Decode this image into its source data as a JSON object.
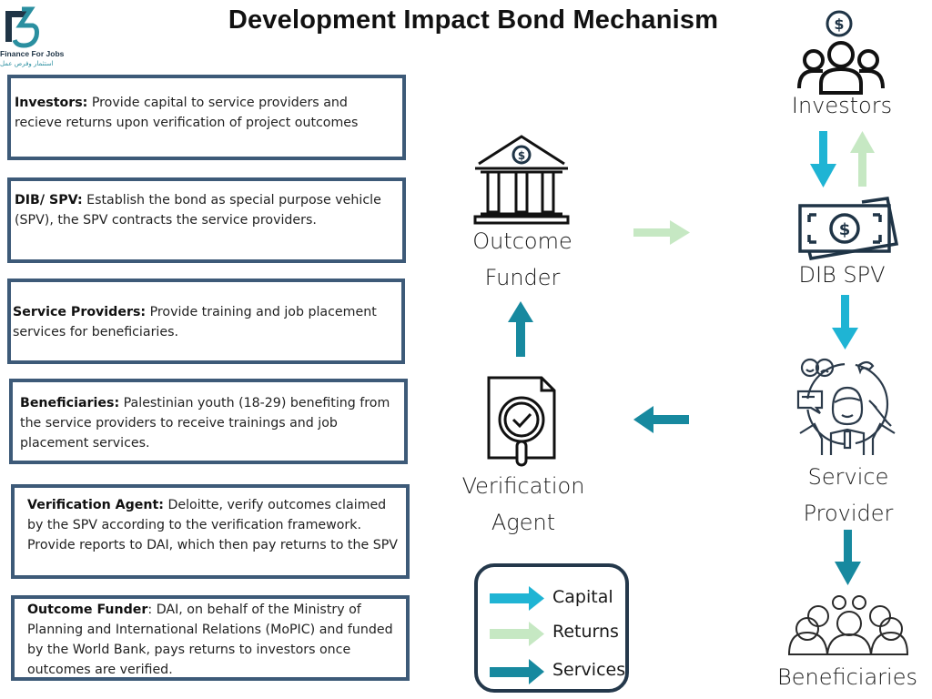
{
  "title": "Development Impact Bond Mechanism",
  "logo": {
    "name": "Finance For Jobs",
    "arabic": "استثمار وفرص عمل",
    "colors": {
      "navy": "#1f3446",
      "teal": "#2a8fa0"
    }
  },
  "cards": [
    {
      "term": "Investors:",
      "text": " Provide capital to service providers and recieve returns upon verification of project outcomes"
    },
    {
      "term": "DIB/ SPV:",
      "text": " Establish the bond as special purpose vehicle (SPV), the SPV contracts the service providers."
    },
    {
      "term": "Service Providers:",
      "text": " Provide training and job placement services  for beneficiaries."
    },
    {
      "term": "Beneficiaries:",
      "text": " Palestinian youth (18-29) benefiting from the service providers to receive trainings and job placement services."
    },
    {
      "term": "Verification Agent:",
      "text": " Deloitte, verify outcomes  claimed by the SPV according to the verification framework. Provide  reports to DAI, which then pay returns to the SPV"
    },
    {
      "term": "Outcome Funder",
      "text": ": DAI, on behalf of the Ministry of Planning and International Relations (MoPIC) and funded by the World Bank, pays returns to investors once outcomes are verified."
    }
  ],
  "nodes": {
    "investors": {
      "label": "Investors",
      "icon": "investors-group-icon"
    },
    "dib_spv": {
      "label": "DIB SPV",
      "icon": "banknote-icon"
    },
    "service_provider": {
      "label_line1": "Service",
      "label_line2": "Provider",
      "icon": "service-provider-icon"
    },
    "beneficiaries": {
      "label": "Beneficiaries",
      "icon": "crowd-icon"
    },
    "verification_agent": {
      "label_line1": "Verification",
      "label_line2": "Agent",
      "icon": "document-magnifier-icon"
    },
    "outcome_funder": {
      "label_line1": "Outcome",
      "label_line2": "Funder",
      "icon": "bank-building-icon"
    }
  },
  "flows": [
    {
      "from": "Investors",
      "to": "DIB SPV",
      "type": "Capital"
    },
    {
      "from": "DIB SPV",
      "to": "Investors",
      "type": "Returns"
    },
    {
      "from": "DIB SPV",
      "to": "Service Provider",
      "type": "Capital"
    },
    {
      "from": "Service Provider",
      "to": "Beneficiaries",
      "type": "Services"
    },
    {
      "from": "Service Provider",
      "to": "Verification Agent",
      "type": "Services"
    },
    {
      "from": "Verification Agent",
      "to": "Outcome Funder",
      "type": "Services"
    },
    {
      "from": "Outcome Funder",
      "to": "DIB SPV",
      "type": "Returns"
    }
  ],
  "legend": {
    "items": [
      {
        "label": "Capital",
        "color": "#1fb4d4"
      },
      {
        "label": "Returns",
        "color": "#c6e8c3"
      },
      {
        "label": "Services",
        "color": "#17899f"
      }
    ]
  },
  "colors": {
    "card_border": "#3d5a78",
    "capital": "#1fb4d4",
    "returns": "#c6e8c3",
    "services": "#17899f",
    "icon_stroke": "#1f3446"
  }
}
